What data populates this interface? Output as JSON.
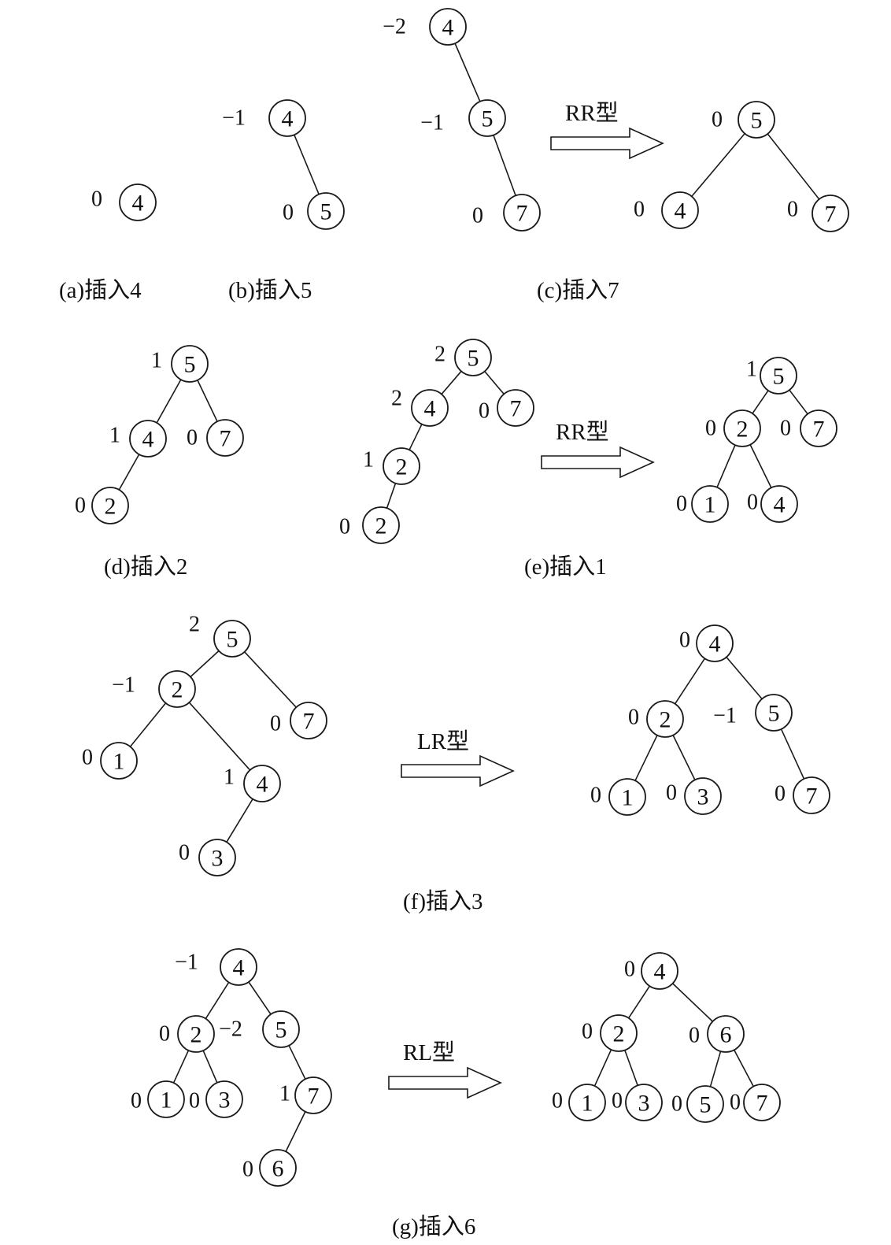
{
  "captions": {
    "a": "(a)插入4",
    "b": "(b)插入5",
    "c": "(c)插入7",
    "d": "(d)插入2",
    "e": "(e)插入1",
    "f": "(f)插入3",
    "g": "(g)插入6"
  },
  "rotations": {
    "c": "RR型",
    "e": "RR型",
    "f": "LR型",
    "g": "RL型"
  },
  "trees": {
    "a": {
      "nodes": [
        {
          "key": "4",
          "bf": "0"
        }
      ]
    },
    "b": {
      "nodes": [
        {
          "key": "4",
          "bf": "−1"
        },
        {
          "key": "5",
          "bf": "0"
        }
      ]
    },
    "c_before": {
      "nodes": [
        {
          "key": "4",
          "bf": "−2"
        },
        {
          "key": "5",
          "bf": "−1"
        },
        {
          "key": "7",
          "bf": "0"
        }
      ]
    },
    "c_after": {
      "nodes": [
        {
          "key": "5",
          "bf": "0"
        },
        {
          "key": "4",
          "bf": "0"
        },
        {
          "key": "7",
          "bf": "0"
        }
      ]
    },
    "d": {
      "nodes": [
        {
          "key": "5",
          "bf": "1"
        },
        {
          "key": "4",
          "bf": "1"
        },
        {
          "key": "7",
          "bf": "0"
        },
        {
          "key": "2",
          "bf": "0"
        }
      ]
    },
    "e_before": {
      "nodes": [
        {
          "key": "5",
          "bf": "2"
        },
        {
          "key": "4",
          "bf": "2"
        },
        {
          "key": "7",
          "bf": "0"
        },
        {
          "key": "2",
          "bf": "1"
        },
        {
          "key": "2",
          "bf": "0"
        }
      ]
    },
    "e_after": {
      "nodes": [
        {
          "key": "5",
          "bf": "1"
        },
        {
          "key": "2",
          "bf": "0"
        },
        {
          "key": "7",
          "bf": "0"
        },
        {
          "key": "1",
          "bf": "0"
        },
        {
          "key": "4",
          "bf": "0"
        }
      ]
    },
    "f_before": {
      "nodes": [
        {
          "key": "5",
          "bf": "2"
        },
        {
          "key": "2",
          "bf": "−1"
        },
        {
          "key": "7",
          "bf": "0"
        },
        {
          "key": "1",
          "bf": "0"
        },
        {
          "key": "4",
          "bf": "1"
        },
        {
          "key": "3",
          "bf": "0"
        }
      ]
    },
    "f_after": {
      "nodes": [
        {
          "key": "4",
          "bf": "0"
        },
        {
          "key": "2",
          "bf": "0"
        },
        {
          "key": "5",
          "bf": "−1"
        },
        {
          "key": "1",
          "bf": "0"
        },
        {
          "key": "3",
          "bf": "0"
        },
        {
          "key": "7",
          "bf": "0"
        }
      ]
    },
    "g_before": {
      "nodes": [
        {
          "key": "4",
          "bf": "−1"
        },
        {
          "key": "2",
          "bf": "0"
        },
        {
          "key": "5",
          "bf": "−2"
        },
        {
          "key": "1",
          "bf": "0"
        },
        {
          "key": "3",
          "bf": "0"
        },
        {
          "key": "7",
          "bf": "1"
        },
        {
          "key": "6",
          "bf": "0"
        }
      ]
    },
    "g_after": {
      "nodes": [
        {
          "key": "4",
          "bf": "0"
        },
        {
          "key": "2",
          "bf": "0"
        },
        {
          "key": "6",
          "bf": "0"
        },
        {
          "key": "1",
          "bf": "0"
        },
        {
          "key": "3",
          "bf": "0"
        },
        {
          "key": "5",
          "bf": "0"
        },
        {
          "key": "7",
          "bf": "0"
        }
      ]
    }
  }
}
